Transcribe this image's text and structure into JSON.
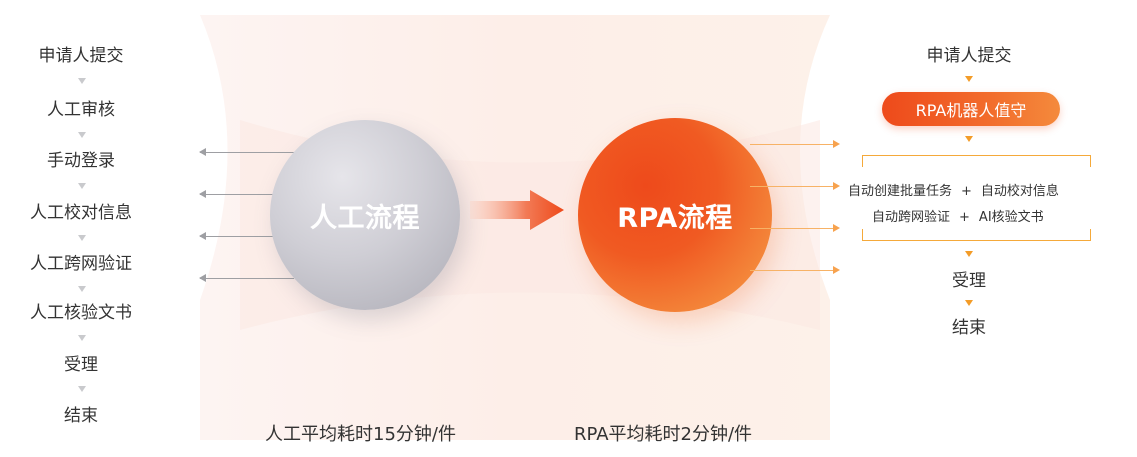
{
  "manual_flow": {
    "steps": [
      "申请人提交",
      "人工审核",
      "手动登录",
      "人工校对信息",
      "人工跨网验证",
      "人工核验文书",
      "受理",
      "结束"
    ],
    "sphere_label": "人工流程",
    "caption": "人工平均耗时15分钟/件"
  },
  "rpa_flow": {
    "sphere_label": "RPA流程",
    "caption": "RPA平均耗时2分钟/件",
    "submit_step": "申请人提交",
    "robot_label": "RPA机器人值守",
    "tasks": {
      "row1_left": "自动创建批量任务",
      "row1_right": "自动校对信息",
      "row2_left": "自动跨网验证",
      "row2_right": "AI核验文书",
      "plus": "+"
    },
    "accept_step": "受理",
    "end_step": "结束"
  },
  "colors": {
    "rpa_orange": "#EE4A1B",
    "rpa_light_orange": "#F7A24E",
    "manual_gray": "#BDBCC4",
    "arrow_gray": "#9E9FA3",
    "bracket_orange": "#F5A93A"
  }
}
